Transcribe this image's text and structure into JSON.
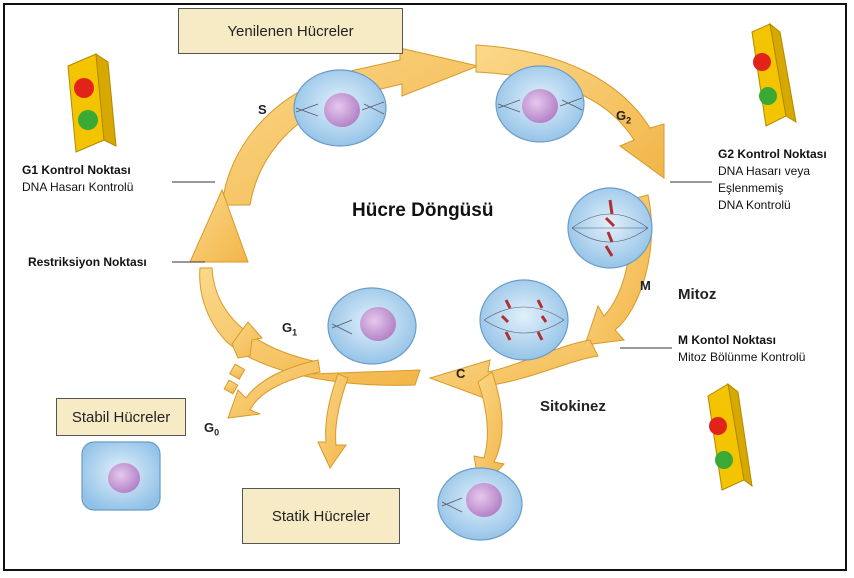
{
  "title": "Hücre Döngüsü",
  "boxes": {
    "renewed": "Yenilenen Hücreler",
    "stable": "Stabil Hücreler",
    "static": "Statik Hücreler"
  },
  "checkpoints": {
    "g1": {
      "title": "G1 Kontrol Noktası",
      "desc": "DNA Hasarı Kontrolü"
    },
    "g2": {
      "title": "G2 Kontrol Noktası",
      "desc1": "DNA Hasarı veya",
      "desc2": "Eşlenmemiş",
      "desc3": "DNA Kontrolü"
    },
    "m": {
      "title": "M Kontol Noktası",
      "desc": "Mitoz Bölünme Kontrolü"
    },
    "restriction": "Restriksiyon Noktası"
  },
  "phases": {
    "s": "S",
    "g2": "G",
    "g2_sub": "2",
    "m": "M",
    "g1": "G",
    "g1_sub": "1",
    "g0": "G",
    "g0_sub": "0",
    "c": "C"
  },
  "stage_labels": {
    "mitosis": "Mitoz",
    "cytokinesis": "Sitokinez"
  },
  "colors": {
    "arrow": "#f7c463",
    "arrow_stroke": "#d89a2a",
    "cell": "#a9cfee",
    "nucleus": "#c79ad4",
    "box_bg": "#f7ebc6",
    "light_red": "#e2231a",
    "light_green": "#3aaa35",
    "light_body": "#f4c400"
  }
}
